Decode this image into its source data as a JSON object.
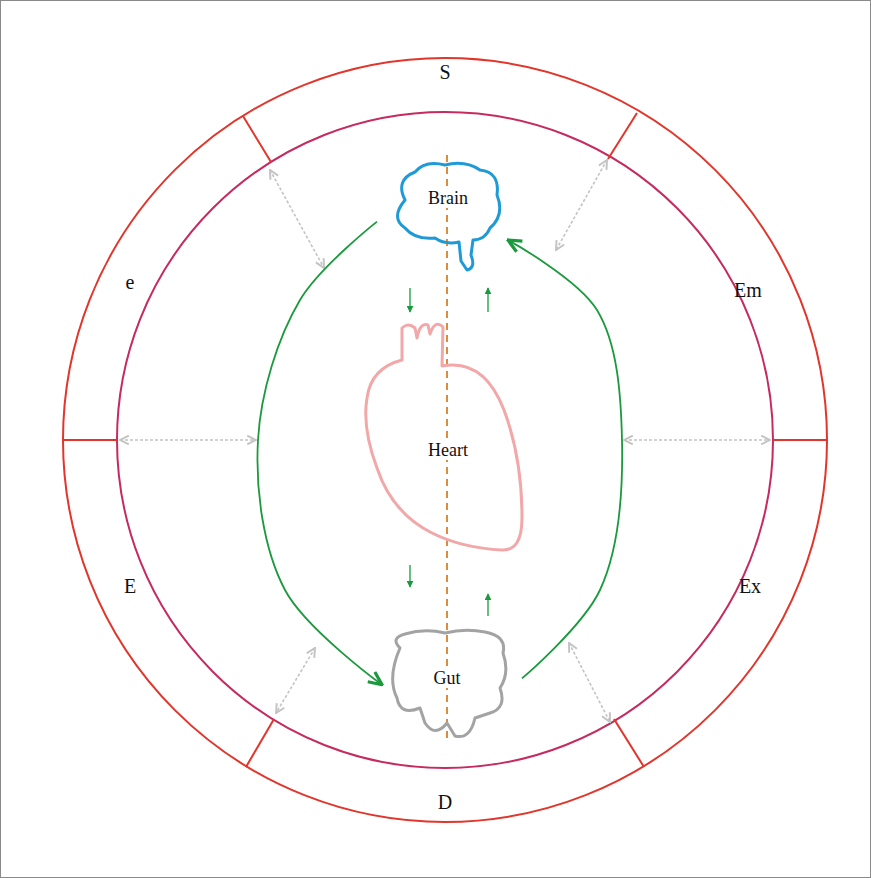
{
  "diagram": {
    "nodes": [
      {
        "text": [
          "S"
        ]
      },
      {
        "text": [
          "Em"
        ]
      },
      {
        "text": [
          "Ex"
        ]
      },
      {
        "text": [
          "D"
        ]
      },
      {
        "text": [
          "E"
        ]
      },
      {
        "text": [
          "e"
        ]
      },
      {
        "text": [
          "Brain"
        ]
      },
      {
        "text": [
          "Heart"
        ]
      },
      {
        "text": [
          "Gut"
        ]
      }
    ],
    "edges": [
      {
        "from": 6,
        "to": 8,
        "arrow": "to"
      },
      {
        "from": 8,
        "to": 6,
        "arrow": "to"
      },
      {
        "from": 6,
        "to": 7,
        "arrow": "to"
      },
      {
        "from": 7,
        "to": 6,
        "arrow": "to"
      },
      {
        "from": 7,
        "to": 8,
        "arrow": "to"
      },
      {
        "from": 8,
        "to": 7,
        "arrow": "to"
      }
    ]
  }
}
